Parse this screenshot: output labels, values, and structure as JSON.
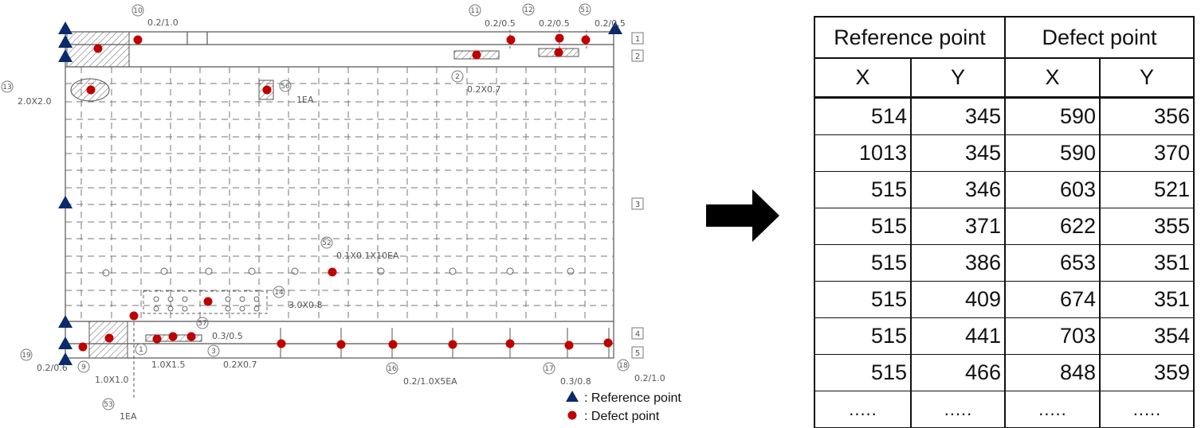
{
  "drawing": {
    "sizes": {
      "s1": "0.2/1.0",
      "s2": "0.2/0.5",
      "s3": "0.2/0.5",
      "s4": "0.2/0.5",
      "s5": "2.0X2.0",
      "s6": "0.2X0.7",
      "s7": "1EA",
      "s8": "0.1X0.1X10EA",
      "s9": "3.0X0.8",
      "s10": "0.3/0.5",
      "s11": "1.0X1.5",
      "s12": "0.2X0.7",
      "s13": "0.2/0.6",
      "s14": "1.0X1.0",
      "s15": "1EA",
      "s16": "0.2/1.0X5EA",
      "s17": "0.3/0.8",
      "s18": "0.2/1.0"
    },
    "circled": {
      "c1": "10",
      "c2": "11",
      "c3": "12",
      "c4": "51",
      "c5": "13",
      "c6": "56",
      "c7": "2",
      "c8": "52",
      "c9": "14",
      "c10": "57",
      "c11": "1",
      "c12": "3",
      "c13": "19",
      "c14": "9",
      "c15": "53",
      "c16": "16",
      "c17": "17",
      "c18": "18"
    },
    "row_tags": [
      "1",
      "2",
      "3",
      "4",
      "5"
    ],
    "legend": {
      "reference": ": Reference point",
      "defect": ": Defect point"
    },
    "colors": {
      "reference": "#0b2a6b",
      "defect": "#c00000",
      "line": "#555555"
    }
  },
  "table": {
    "header_reference": "Reference point",
    "header_defect": "Defect point",
    "col_x": "X",
    "col_y": "Y",
    "rows": [
      [
        "514",
        "345",
        "590",
        "356"
      ],
      [
        "1013",
        "345",
        "590",
        "370"
      ],
      [
        "515",
        "346",
        "603",
        "521"
      ],
      [
        "515",
        "371",
        "622",
        "355"
      ],
      [
        "515",
        "386",
        "653",
        "351"
      ],
      [
        "515",
        "409",
        "674",
        "351"
      ],
      [
        "515",
        "441",
        "703",
        "354"
      ],
      [
        "515",
        "466",
        "848",
        "359"
      ],
      [
        ".....",
        ".....",
        ".....",
        "....."
      ]
    ]
  }
}
